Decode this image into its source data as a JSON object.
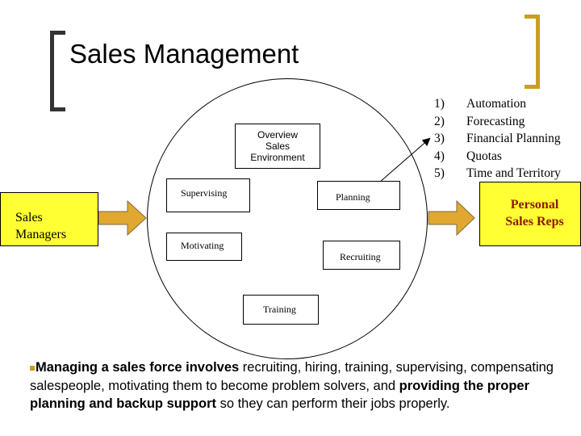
{
  "title": "Sales Management",
  "circle": {
    "overview": [
      "Overview",
      "Sales",
      "Environment"
    ],
    "supervising": "Supervising",
    "planning": "Planning",
    "motivating": "Motivating",
    "recruiting": "Recruiting",
    "training": "Training"
  },
  "managers": [
    "Sales",
    "Managers"
  ],
  "reps": [
    "Personal",
    "Sales Reps"
  ],
  "planning_list": [
    {
      "num": "1)",
      "text": "Automation"
    },
    {
      "num": "2)",
      "text": "Forecasting"
    },
    {
      "num": "3)",
      "text": "Financial Planning"
    },
    {
      "num": "4)",
      "text": "Quotas"
    },
    {
      "num": "5)",
      "text": "Time and Territory"
    }
  ],
  "body": {
    "bold1": "Managing a sales force involves",
    "text1": " recruiting, hiring, training, supervising, compensating salespeople, motivating them to become problem solvers, and ",
    "bold2": "providing the proper planning and backup support",
    "text2": " so they can perform their jobs properly."
  },
  "colors": {
    "arrow": "#e0a830",
    "box_fill": "#ffff33",
    "reps_text": "#8b1a00",
    "bracket_left": "#333333",
    "bracket_right": "#c8a020"
  }
}
